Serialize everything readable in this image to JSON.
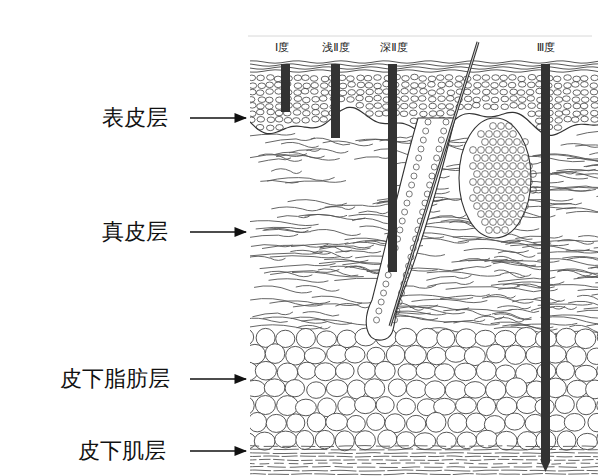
{
  "diagram": {
    "labels": [
      "表皮层",
      "真皮层",
      "皮下脂肪层",
      "皮下肌层",
      "Ⅰ度",
      "浅Ⅱ度",
      "深Ⅱ度",
      "Ⅲ度"
    ]
  }
}
